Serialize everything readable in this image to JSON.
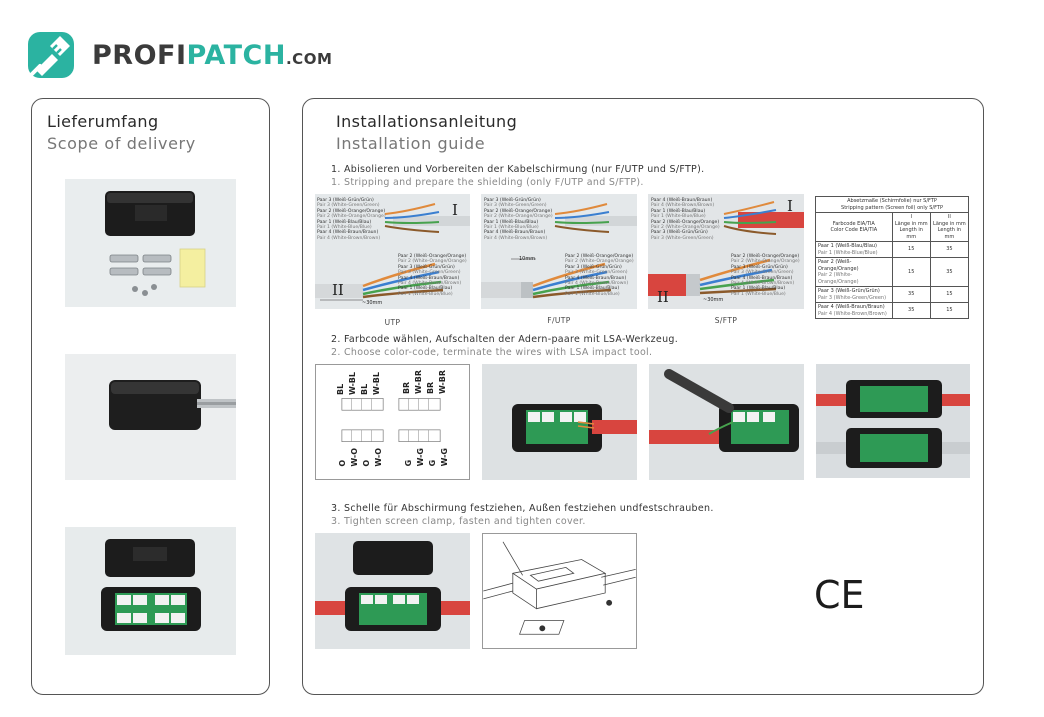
{
  "brand": {
    "name_part1": "PROFI",
    "name_part2": "PATCH",
    "name_part3": ".COM",
    "color_primary": "#2bb3a1",
    "color_dark": "#3b3b3b"
  },
  "scope": {
    "title_de": "Lieferumfang",
    "title_en": "Scope of delivery"
  },
  "guide": {
    "title_de": "Installationsanleitung",
    "title_en": "Installation guide",
    "step1_de": "1. Abisolieren und Vorbereiten der Kabelschirmung (nur F/UTP und S/FTP).",
    "step1_en": "1. Stripping and prepare the shielding (only F/UTP and S/FTP).",
    "step2_de": "2. Farbcode wählen, Aufschalten der Adern-paare mit LSA-Werkzeug.",
    "step2_en": "2. Choose color-code, terminate the wires with LSA impact tool.",
    "step3_de": "3. Schelle für Abschirmung festziehen, Außen festziehen undfestschrauben.",
    "step3_en": "3. Tighten screen clamp, fasten and tighten cover."
  },
  "strip_photos": [
    {
      "caption": "UTP",
      "marker_top": "I",
      "marker_bottom": "II",
      "measure": "~30mm",
      "top_pairs": [
        {
          "de": "Paar 3 (Weiß-Grün/Grün)",
          "en": "Pair 3 (White-Green/Green)"
        },
        {
          "de": "Paar 2 (Weiß-Orange/Orange)",
          "en": "Pair 2 (White-Orange/Orange)"
        },
        {
          "de": "Paar 1 (Weiß-Blau/Blau)",
          "en": "Pair 1 (White-Blue/Blue)"
        },
        {
          "de": "Paar 4 (Weiß-Braun/Braun)",
          "en": "Pair 4 (White-Brown/Brown)"
        }
      ],
      "bottom_pairs": [
        {
          "de": "Paar 2 (Weiß-Orange/Orange)",
          "en": "Pair 2 (White-Orange/Orange)"
        },
        {
          "de": "Paar 3 (Weiß-Grün/Grün)",
          "en": "Pair 3 (White-Green/Green)"
        },
        {
          "de": "Paar 4 (Weiß-Braun/Braun)",
          "en": "Pair 4 (White-Brown/Brown)"
        },
        {
          "de": "Paar 1 (Weiß-Blau/Blau)",
          "en": "Pair 1 (White-Blue/Blue)"
        }
      ]
    },
    {
      "caption": "F/UTP",
      "measure": "10mm",
      "top_pairs": [
        {
          "de": "Paar 3 (Weiß-Grün/Grün)",
          "en": "Pair 3 (White-Green/Green)"
        },
        {
          "de": "Paar 2 (Weiß-Orange/Orange)",
          "en": "Pair 2 (White-Orange/Orange)"
        },
        {
          "de": "Paar 1 (Weiß-Blau/Blau)",
          "en": "Pair 1 (White-Blue/Blue)"
        },
        {
          "de": "Paar 4 (Weiß-Braun/Braun)",
          "en": "Pair 4 (White-Brown/Brown)"
        }
      ],
      "bottom_pairs": [
        {
          "de": "Paar 2 (Weiß-Orange/Orange)",
          "en": "Pair 2 (White-Orange/Orange)"
        },
        {
          "de": "Paar 3 (Weiß-Grün/Grün)",
          "en": "Pair 3 (White-Green/Green)"
        },
        {
          "de": "Paar 4 (Weiß-Braun/Braun)",
          "en": "Pair 4 (White-Brown/Brown)"
        },
        {
          "de": "Paar 1 (Weiß-Blau/Blau)",
          "en": "Pair 1 (White-Blue/Blue)"
        }
      ]
    },
    {
      "caption": "S/FTP",
      "marker_top": "I",
      "marker_bottom": "II",
      "measure": "~30mm",
      "top_pairs": [
        {
          "de": "Paar 4 (Weiß-Braun/Braun)",
          "en": "Pair 4 (White-Brown/Brown)"
        },
        {
          "de": "Paar 1 (Weiß-Blau/Blau)",
          "en": "Pair 1 (White-Blue/Blue)"
        },
        {
          "de": "Paar 2 (Weiß-Orange/Orange)",
          "en": "Pair 2 (White-Orange/Orange)"
        },
        {
          "de": "Paar 3 (Weiß-Grün/Grün)",
          "en": "Pair 3 (White-Green/Green)"
        }
      ],
      "bottom_pairs": [
        {
          "de": "Paar 2 (Weiß-Orange/Orange)",
          "en": "Pair 2 (White-Orange/Orange)"
        },
        {
          "de": "Paar 3 (Weiß-Grün/Grün)",
          "en": "Pair 3 (White-Green/Green)"
        },
        {
          "de": "Paar 4 (Weiß-Braun/Braun)",
          "en": "Pair 4 (White-Brown/Brown)"
        },
        {
          "de": "Paar 1 (Weiß-Blau/Blau)",
          "en": "Pair 1 (White-Blue/Blue)"
        }
      ]
    }
  ],
  "spec_table": {
    "title_de": "Absetzmaße (Schirmfolie) nur S/FTP",
    "title_en": "Stripping pattern (Screen foil) only S/FTP",
    "col_code_de": "Farbcode EIA/TIA",
    "col_code_en": "Color Code EIA/TIA",
    "col1_marker": "I",
    "col2_marker": "II",
    "col_len_de": "Länge in mm",
    "col_len_en": "Length in mm",
    "rows": [
      {
        "de": "Paar 1 (Weiß-Blau/Blau)",
        "en": "Pair 1 (White-Blue/Blue)",
        "v1": "15",
        "v2": "35"
      },
      {
        "de": "Paar 2 (Weiß-Orange/Orange)",
        "en": "Pair 2 (White-Orange/Orange)",
        "v1": "15",
        "v2": "35"
      },
      {
        "de": "Paar 3 (Weiß-Grün/Grün)",
        "en": "Pair 3 (White-Green/Green)",
        "v1": "35",
        "v2": "15"
      },
      {
        "de": "Paar 4 (Weiß-Braun/Braun)",
        "en": "Pair 4 (White-Brown/Brown)",
        "v1": "35",
        "v2": "15"
      }
    ]
  },
  "color_code_diagram": {
    "top_left": [
      "BL",
      "W-BL",
      "BL",
      "W-BL"
    ],
    "top_right": [
      "BR",
      "W-BR",
      "BR",
      "W-BR"
    ],
    "bottom_left": [
      "O",
      "W-O",
      "O",
      "W-O"
    ],
    "bottom_right": [
      "G",
      "W-G",
      "G",
      "W-G"
    ]
  },
  "ce_mark": "CE"
}
